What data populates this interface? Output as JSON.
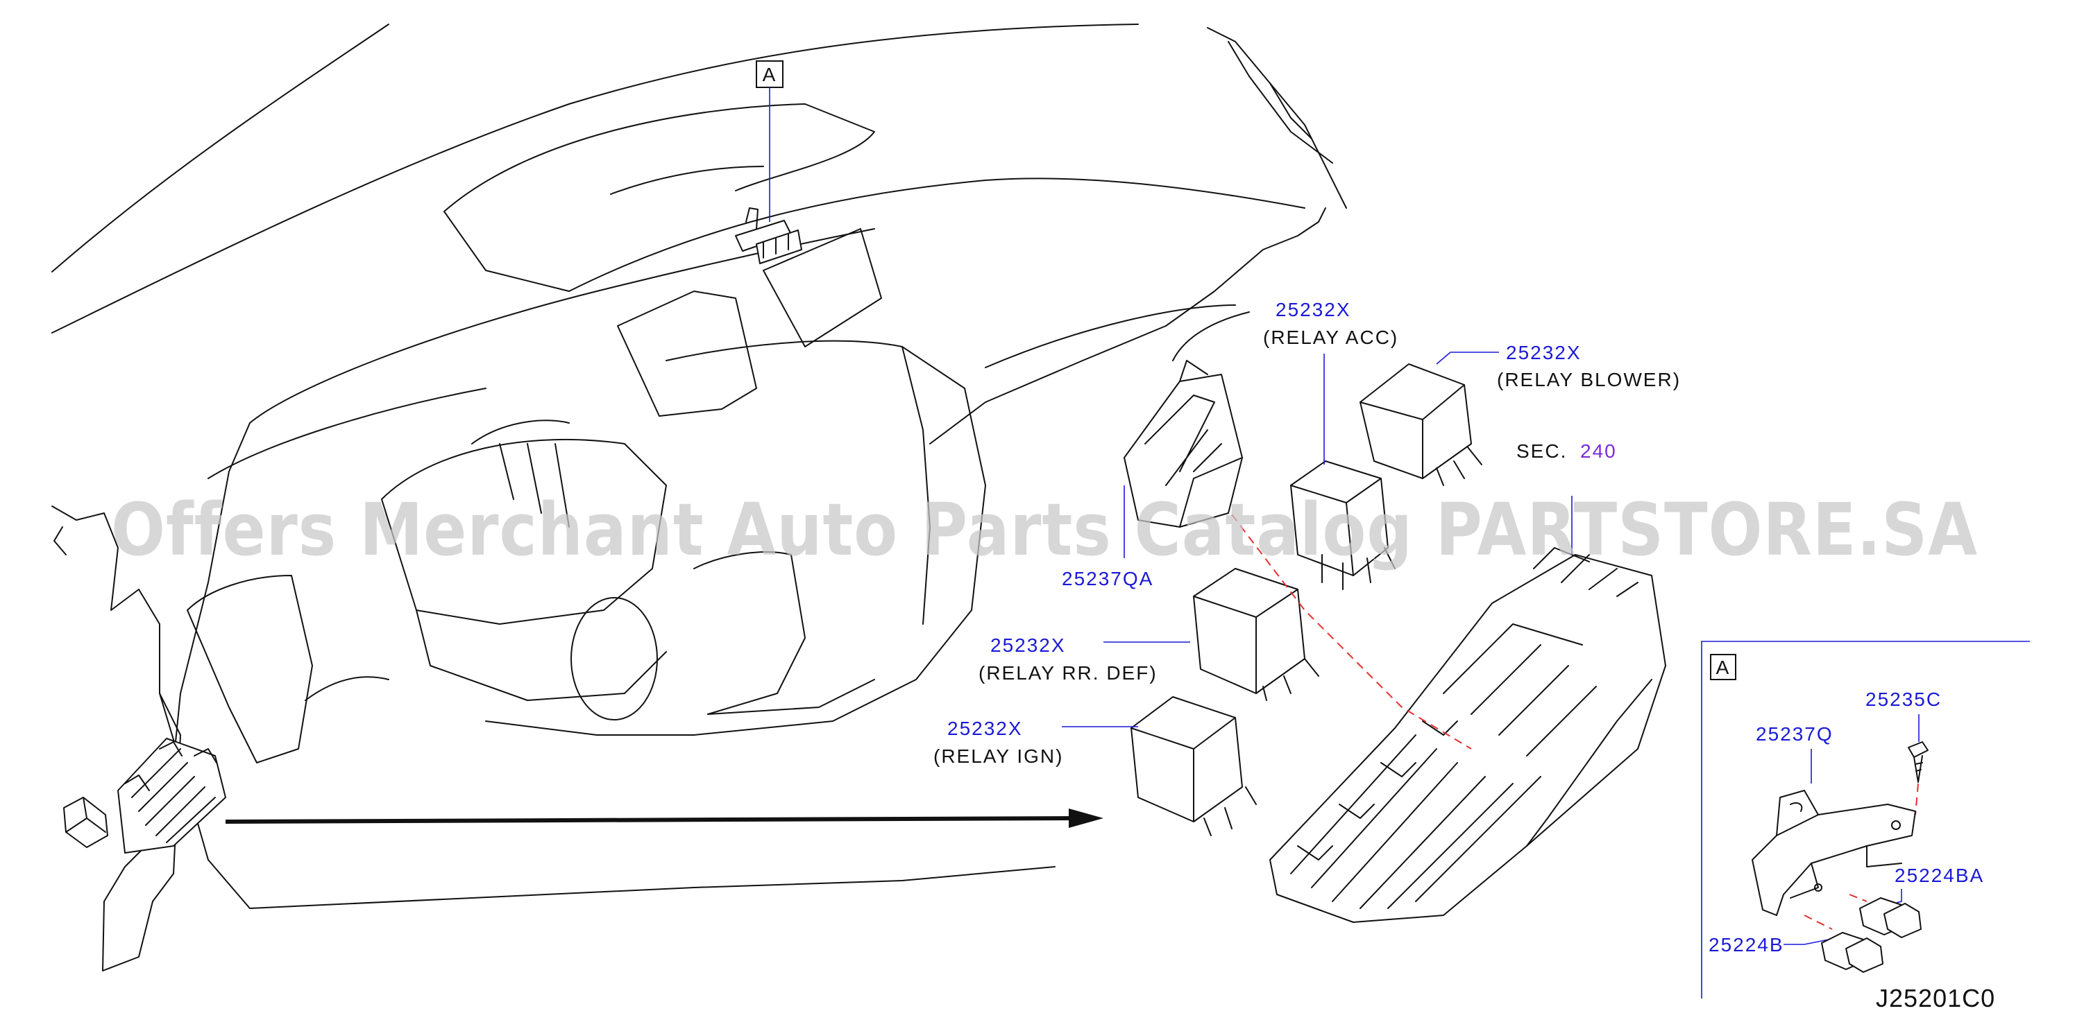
{
  "diagram": {
    "callout_A": "A",
    "inset_callout_A": "A",
    "section": {
      "prefix": "SEC.",
      "number": "240"
    },
    "parts": [
      {
        "number": "25232X",
        "description": "(RELAY   ACC)"
      },
      {
        "number": "25232X",
        "description": "(RELAY   BLOWER)"
      },
      {
        "number": "25237QA",
        "description": ""
      },
      {
        "number": "25232X",
        "description": "(RELAY   RR.   DEF)"
      },
      {
        "number": "25232X",
        "description": "(RELAY   IGN)"
      }
    ],
    "inset_parts": [
      "25235C",
      "25237Q",
      "25224BA",
      "25224B"
    ],
    "diagram_code": "J25201C0",
    "watermark": "Offers Merchant Auto Parts Catalog PARTSTORE.SA",
    "colors": {
      "part_number": "#1a1ad6",
      "section_number": "#7a2bd6",
      "leader_dash": "#e53030",
      "line": "#111111"
    }
  }
}
